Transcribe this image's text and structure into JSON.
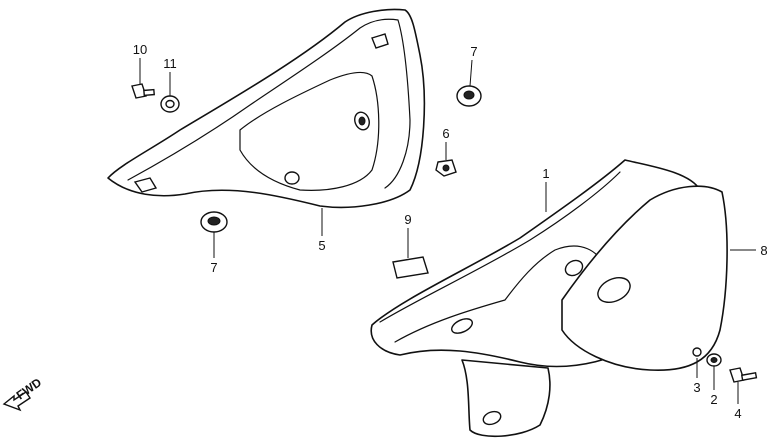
{
  "callouts": [
    "10",
    "11",
    "7",
    "6",
    "5",
    "7",
    "9",
    "1",
    "8",
    "3",
    "2",
    "4"
  ],
  "fwd_label": "FWD",
  "colors": {
    "line": "#111111",
    "background": "#ffffff"
  }
}
